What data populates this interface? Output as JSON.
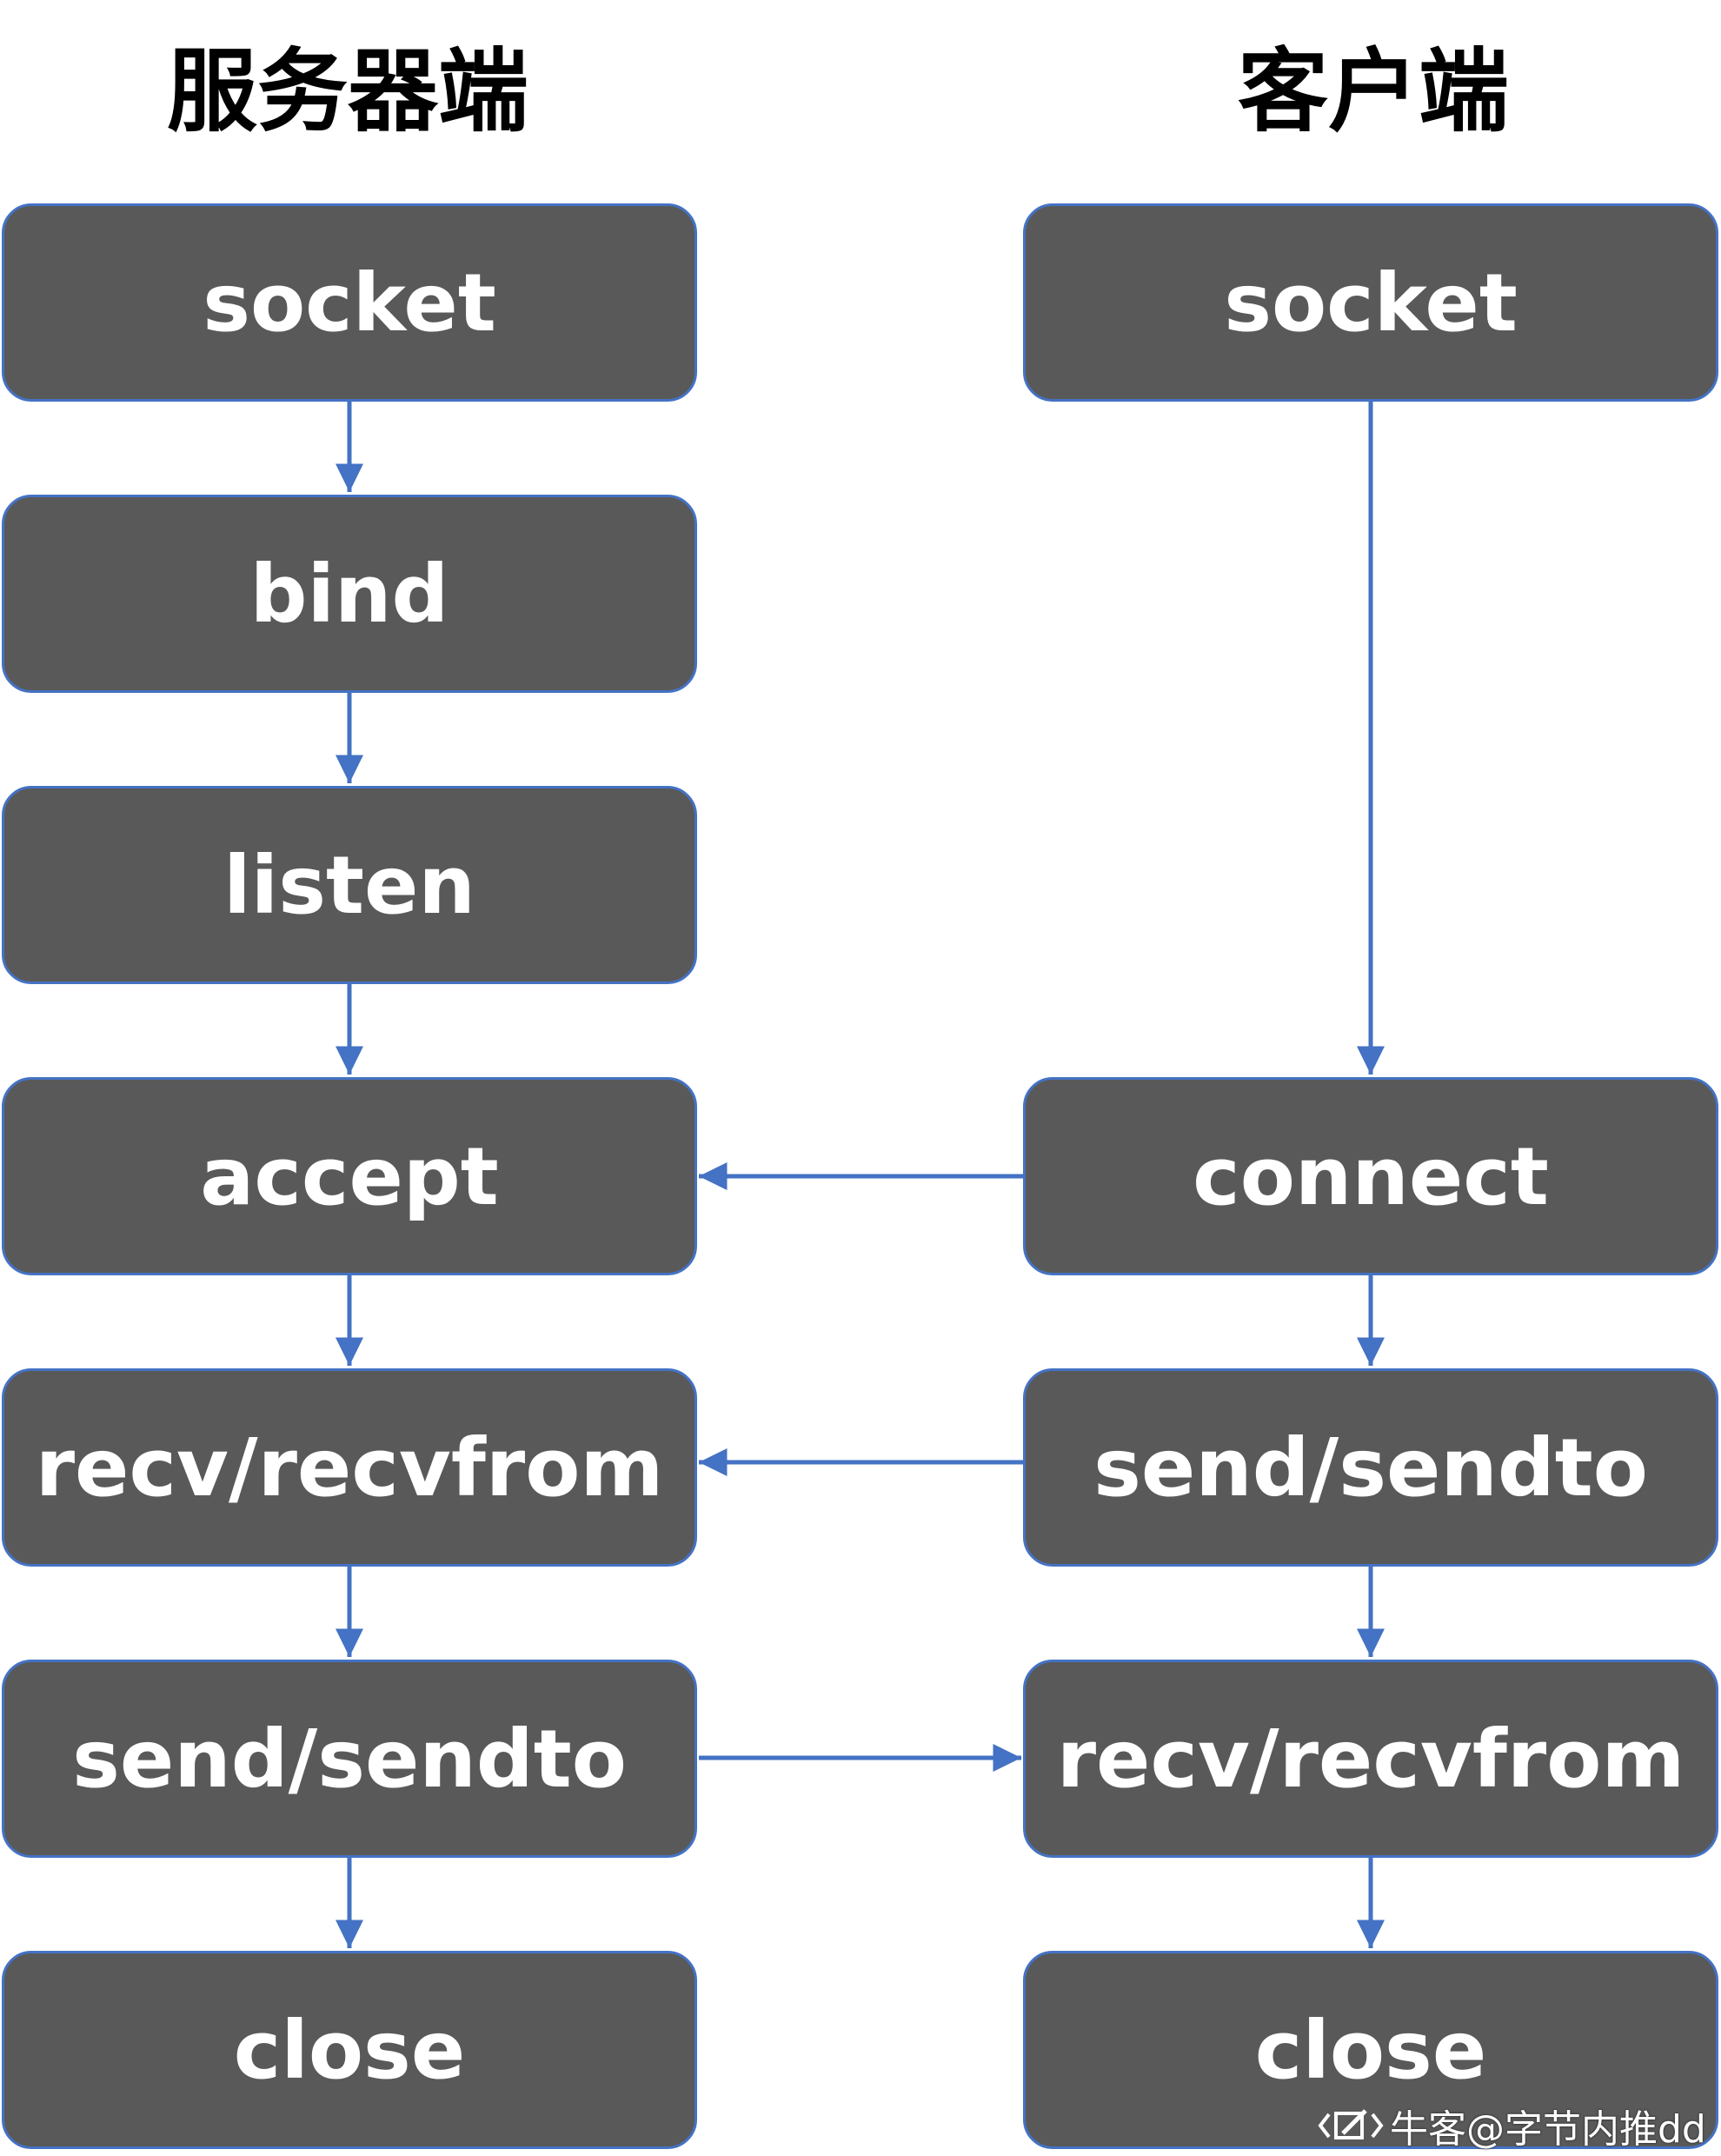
{
  "titles": {
    "server": "服务器端",
    "client": "客户端"
  },
  "server_steps": [
    "socket",
    "bind",
    "listen",
    "accept",
    "recv/recvfrom",
    "send/sendto",
    "close"
  ],
  "client_steps": [
    "socket",
    "connect",
    "send/sendto",
    "recv/recvfrom",
    "close"
  ],
  "colors": {
    "node_fill": "#595959",
    "node_border": "#4472c4",
    "arrow": "#4472c4",
    "node_text": "#ffffff"
  },
  "watermark": {
    "icon": "pen-logo-icon",
    "text": "牛客@字节内推dd"
  }
}
